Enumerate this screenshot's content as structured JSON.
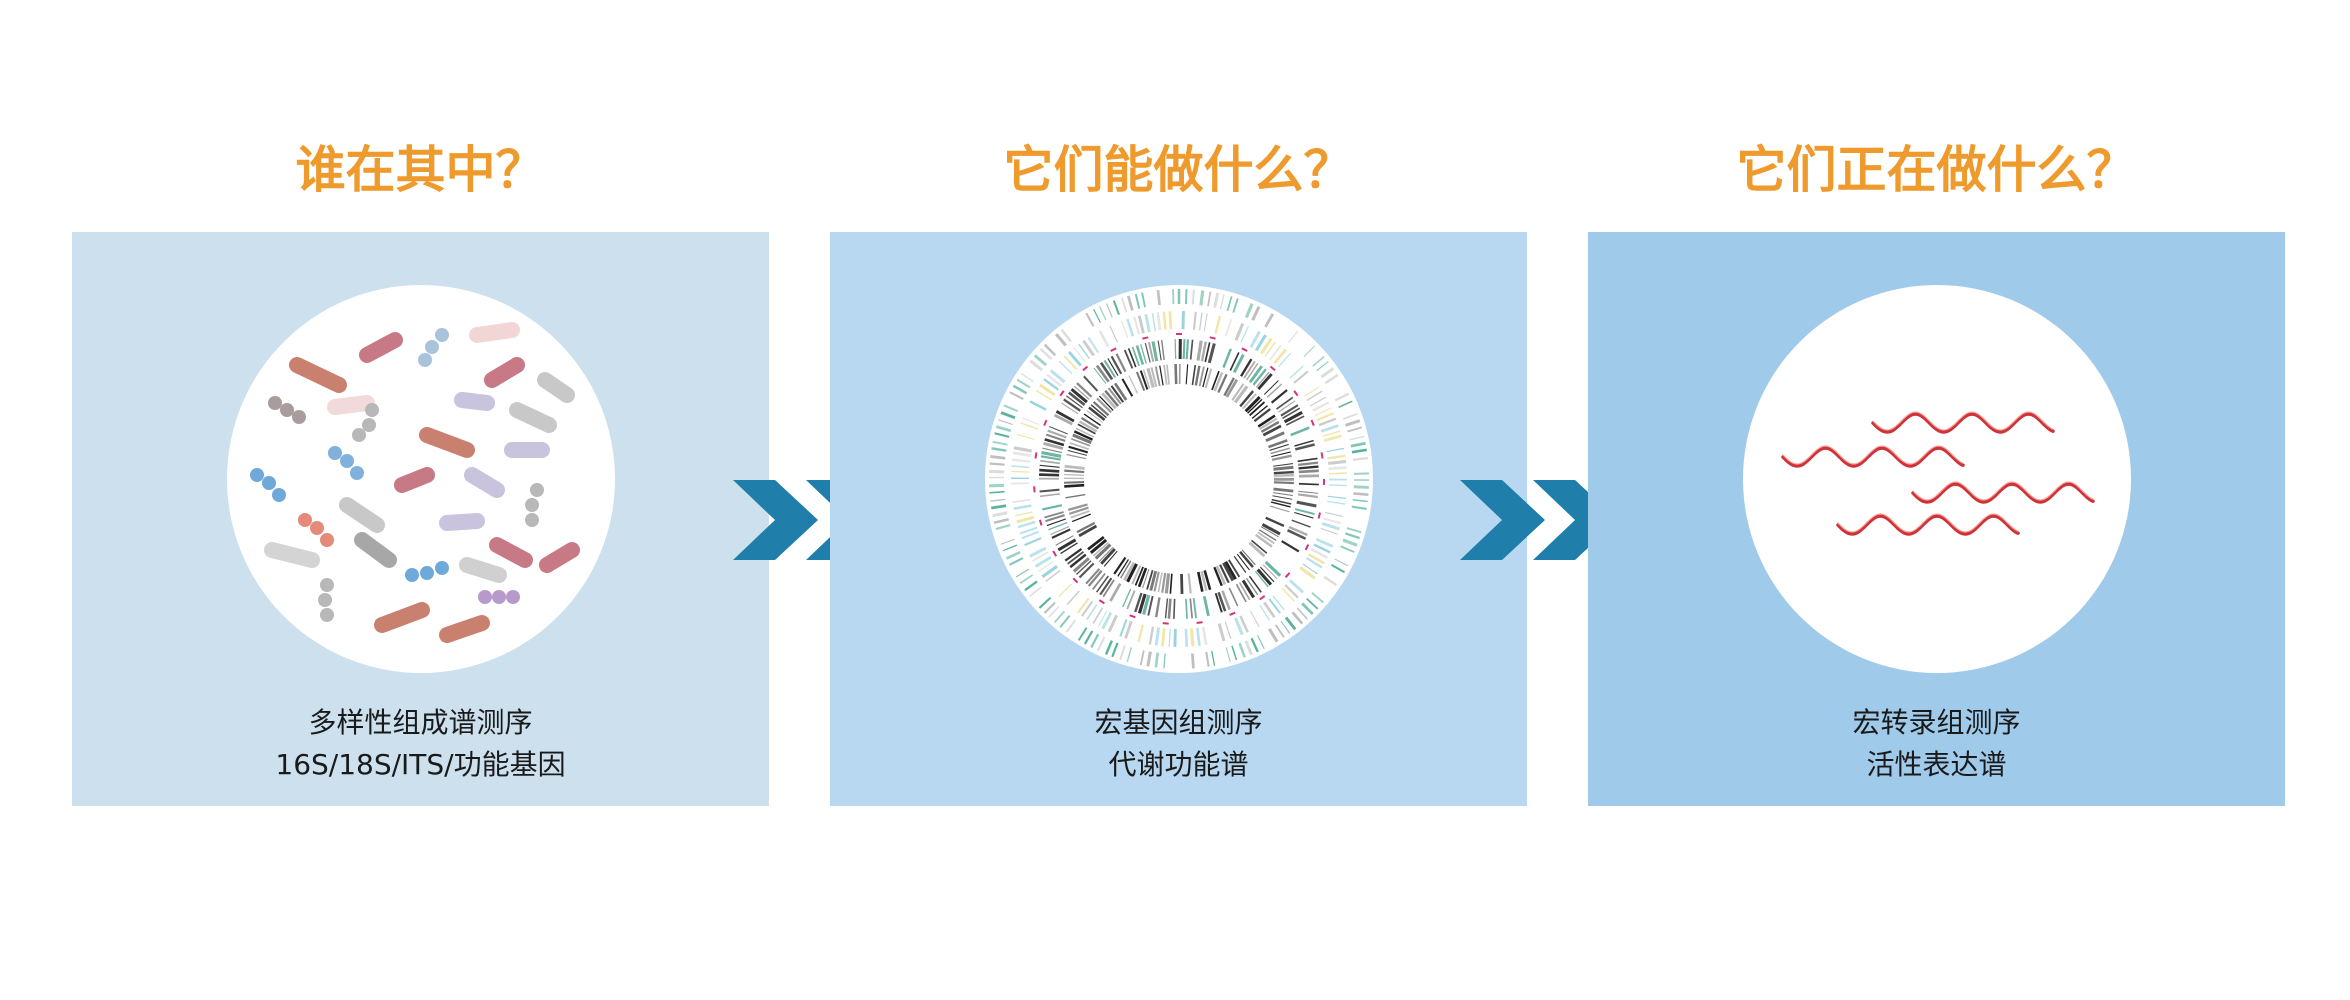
{
  "colors": {
    "title": "#EE9A2C",
    "panel_1": "#CCE0EE",
    "panel_2": "#B7D8F0",
    "panel_3": "#A0CAEA",
    "arrow": "#1F7FAA",
    "rna": "#D0323A"
  },
  "stages": [
    {
      "title": "谁在其中？",
      "caption_line1": "多样性组成谱测序",
      "caption_line2": "16S/18S/ITS/功能基因"
    },
    {
      "title": "它们能做什么？",
      "caption_line1": "宏基因组测序",
      "caption_line2": "代谢功能谱"
    },
    {
      "title": "它们正在做什么？",
      "caption_line1": "宏转录组测序",
      "caption_line2": "活性表达谱"
    }
  ],
  "icons": {
    "stage_1": "microbes-illustration",
    "stage_2": "circular-genome-plot",
    "stage_3": "rna-strands",
    "connector": "double-chevron-right-icon"
  }
}
